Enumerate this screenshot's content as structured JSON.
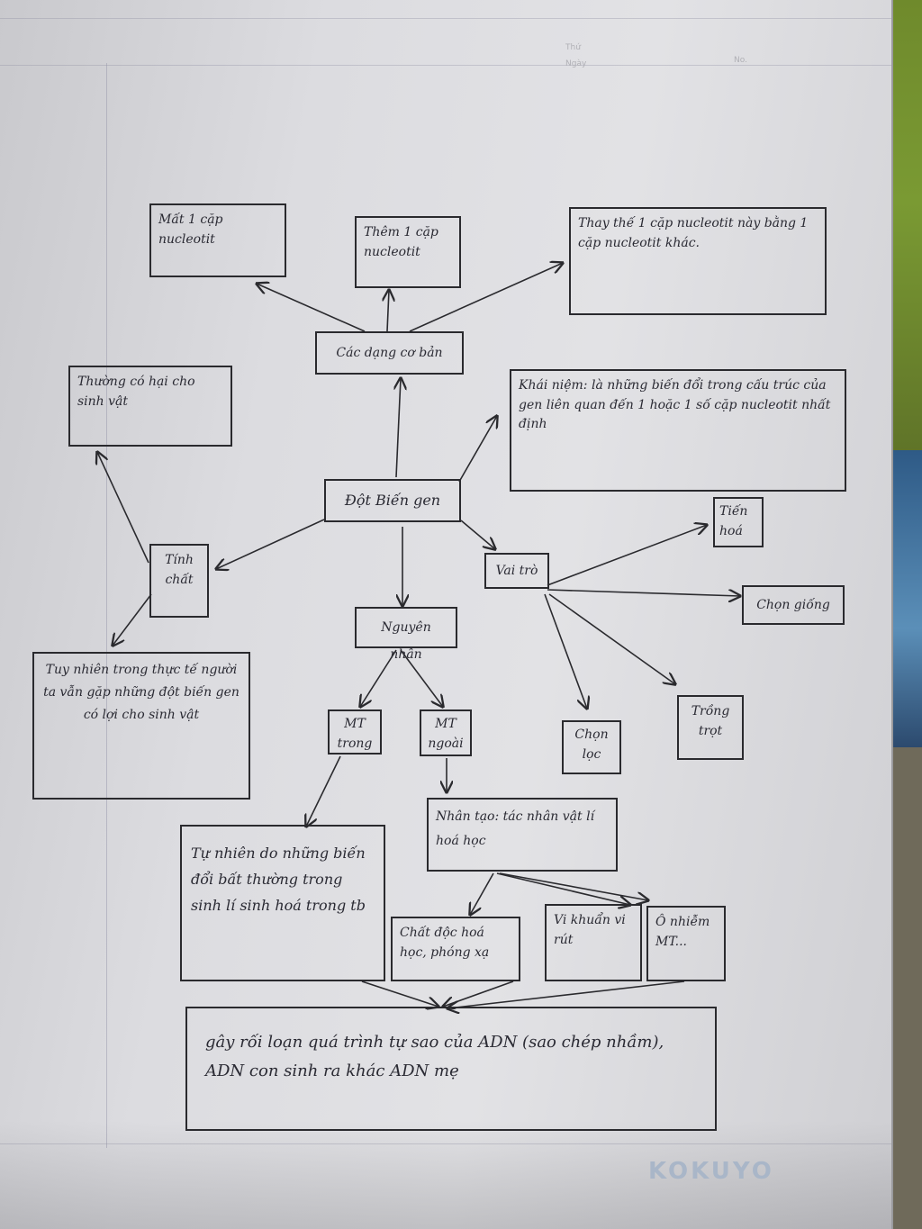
{
  "diagram": {
    "center": "Đột Biến gen",
    "types_title": "Các dạng cơ bản",
    "types": [
      "Mất 1 cặp nucleotit",
      "Thêm 1 cặp nucleotit",
      "Thay thế 1 cặp nucleotit này bằng 1 cặp nucleotit khác."
    ],
    "definition": "Khái niệm: là những biến đổi trong cấu trúc của gen liên quan đến 1 hoặc 1 số cặp nucleotit nhất định",
    "property_title": "Tính chất",
    "property_harm": "Thường có hại cho sinh vật",
    "property_benefit": "Tuy nhiên trong thực tế người ta vẫn gặp những đột biến gen có lợi cho sinh vật",
    "role_title": "Vai trò",
    "roles": [
      "Tiến hoá",
      "Chọn giống",
      "Chọn lọc",
      "Trồng trọt"
    ],
    "cause_title": "Nguyên nhân",
    "env_in": "MT trong",
    "env_out": "MT ngoài",
    "natural": "Tự nhiên do những biến đổi bất thường trong sinh lí sinh hoá trong tb",
    "artificial": "Nhân tạo: tác nhân vật lí hoá học",
    "agents": [
      "Chất độc hoá học, phóng xạ",
      "Vi khuẩn vi rút",
      "Ô nhiễm MT..."
    ],
    "result": "gây rối loạn quá trình tự sao của ADN (sao chép nhầm), ADN con sinh ra khác ADN mẹ"
  },
  "notebook": {
    "brand": "KOKUYO",
    "header_left": "Thứ",
    "header_left2": "Ngày",
    "header_right": "No."
  },
  "colors": {
    "ink": "#2a2a2e",
    "paper": "#dcdce0",
    "rule": "#8c8ca0"
  }
}
